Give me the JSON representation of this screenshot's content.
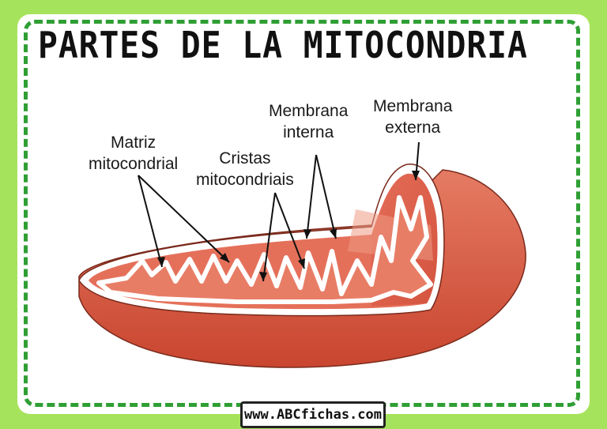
{
  "title": "PARTES DE LA MITOCONDRIA",
  "labels": {
    "matriz": [
      "Matriz",
      "mitocondrial"
    ],
    "cristas": [
      "Cristas",
      "mitocondriais"
    ],
    "interna": [
      "Membrana",
      "interna"
    ],
    "externa": [
      "Membrana",
      "externa"
    ]
  },
  "footer": "www.ABCfichas.com",
  "colors": {
    "background": "#a6e35c",
    "border": "#2f9f34",
    "mitochondria_outer": "#e06a55",
    "mitochondria_inner": "#d9543f",
    "membrane": "#ffffff"
  }
}
